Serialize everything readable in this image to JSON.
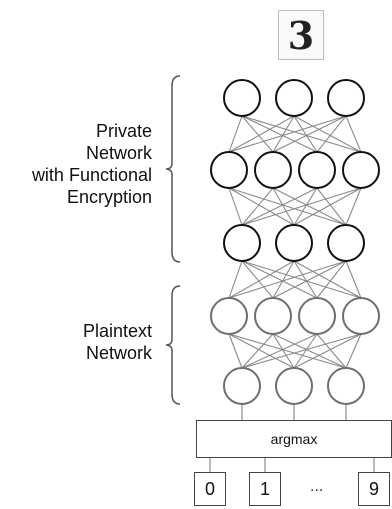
{
  "input_digit": "3",
  "private_label": [
    "Private",
    "Network",
    "with Functional",
    "Encryption"
  ],
  "plaintext_label": [
    "Plaintext",
    "Network"
  ],
  "argmax_label": "argmax",
  "outputs": [
    "0",
    "1",
    "9"
  ],
  "ellipsis": "...",
  "colors": {
    "private_node": "#111111",
    "plaintext_node": "#6e6e6e",
    "edge": "#8a8a8a",
    "bracket": "#555555"
  },
  "layers": [
    {
      "group": "private",
      "nodes": 3
    },
    {
      "group": "private",
      "nodes": 4
    },
    {
      "group": "private",
      "nodes": 3
    },
    {
      "group": "plaintext",
      "nodes": 4
    },
    {
      "group": "plaintext",
      "nodes": 3
    }
  ]
}
